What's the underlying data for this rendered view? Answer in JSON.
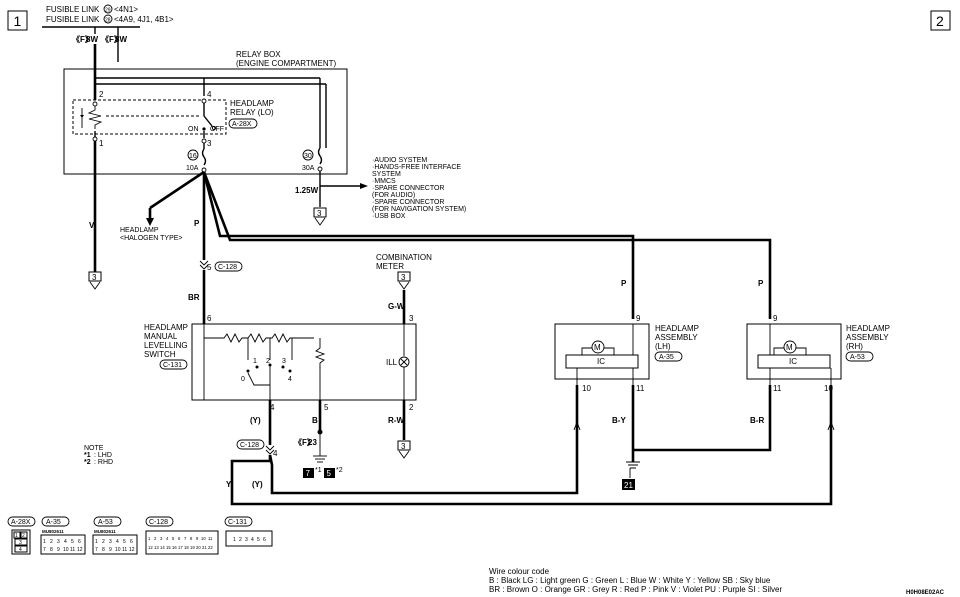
{
  "page": {
    "page_left": "1",
    "page_right": "2",
    "fusible_link_1": "FUSIBLE LINK",
    "fusible_link_1_num": "29",
    "fusible_link_1_models": "<4N1>",
    "fusible_link_2": "FUSIBLE LINK",
    "fusible_link_2_num": "28",
    "fusible_link_2_models": "<4A9, 4J1, 4B1>",
    "fuse_wire_left": "8W",
    "fuse_wire_right": "8W",
    "drawing_code": "H0H08E02AC"
  },
  "relay_box": {
    "title_line1": "RELAY BOX",
    "title_line2": "(ENGINE COMPARTMENT)",
    "relay_name_line1": "HEADLAMP",
    "relay_name_line2": "RELAY (LO)",
    "relay_connector": "A-28X",
    "pin_2": "2",
    "pin_4": "4",
    "pin_1": "1",
    "pin_3": "3",
    "on_label": "ON",
    "off_label": "OFF",
    "fuse_16": "16",
    "fuse_16_rating": "10A",
    "fuse_30": "30",
    "fuse_30_rating": "30A",
    "wire_125w": "1.25W"
  },
  "audio_list": {
    "items": [
      "·AUDIO SYSTEM",
      "·HANDS-FREE INTERFACE",
      " SYSTEM",
      "·MMCS",
      "·SPARE CONNECTOR",
      " (FOR AUDIO)",
      "·SPARE CONNECTOR",
      " (FOR NAVIGATION SYSTEM)",
      "·USB BOX"
    ]
  },
  "headlamp_halogen": {
    "line1": "HEADLAMP",
    "line2": "<HALOGEN TYPE>"
  },
  "wires": {
    "v": "V",
    "p_main": "P",
    "br": "BR",
    "gw": "G-W",
    "b": "B",
    "rw": "R-W",
    "y1": "(Y)",
    "y2": "Y",
    "y3": "(Y)",
    "by": "B-Y",
    "br2": "B-R",
    "p_lh": "P",
    "p_rh": "P"
  },
  "connectors": {
    "c128_top": "C-128",
    "c128_top_pin": "5",
    "c128_bottom": "C-128",
    "c128_bottom_pin": "4",
    "ref_3a": "3",
    "ref_3b": "3",
    "ref_3c": "3",
    "ref_3d": "3",
    "ground_23": "23",
    "ground_21": "21",
    "ground_7": "7",
    "ground_5": "5",
    "star1": "*1",
    "star2": "*2"
  },
  "combination_meter": {
    "line1": "COMBINATION",
    "line2": "METER"
  },
  "switch": {
    "line1": "HEADLAMP",
    "line2": "MANUAL",
    "line3": "LEVELLING",
    "line4": "SWITCH",
    "connector": "C-131",
    "pin_6": "6",
    "pin_3": "3",
    "pin_4": "4",
    "pin_5": "5",
    "pin_2": "2",
    "pos_0": "0",
    "pos_1": "1",
    "pos_2": "2",
    "pos_3": "3",
    "pos_4": "4",
    "ill": "ILL"
  },
  "headlamp_lh": {
    "line1": "HEADLAMP",
    "line2": "ASSEMBLY",
    "line3": "(LH)",
    "connector": "A-35",
    "ic": "IC",
    "motor": "M",
    "pin_9": "9",
    "pin_10": "10",
    "pin_11": "11"
  },
  "headlamp_rh": {
    "line1": "HEADLAMP",
    "line2": "ASSEMBLY",
    "line3": "(RH)",
    "connector": "A-53",
    "ic": "IC",
    "motor": "M",
    "pin_9": "9",
    "pin_10": "10",
    "pin_11": "11"
  },
  "note": {
    "title": "NOTE",
    "l1_mark": "*1",
    "l1_text": ": LHD",
    "l2_mark": "*2",
    "l2_text": ": RHD"
  },
  "connector_legend": {
    "a28x": "A-28X",
    "a35": "A-35",
    "a53": "A-53",
    "c128": "C-128",
    "c131": "C-131",
    "a35_code": "MU802611",
    "a53_code": "MU802611",
    "a28x_pins": [
      "1",
      "2",
      "3",
      "4"
    ],
    "a35_pins_top": [
      "1",
      "2",
      "3",
      "4",
      "5",
      "6"
    ],
    "a35_pins_bottom": [
      "7",
      "8",
      "9",
      "10",
      "11",
      "12"
    ],
    "a53_pins_top": [
      "1",
      "2",
      "3",
      "4",
      "5",
      "6"
    ],
    "a53_pins_bottom": [
      "7",
      "8",
      "9",
      "10",
      "11",
      "12"
    ],
    "c128_pins_top": [
      "1",
      "2",
      "3",
      "4",
      "5",
      "6",
      "7",
      "8",
      "9",
      "10",
      "11"
    ],
    "c128_pins_bottom": [
      "12",
      "13",
      "14",
      "15",
      "16",
      "17",
      "18",
      "19",
      "20",
      "21",
      "22"
    ],
    "c131_pins": [
      "1",
      "2",
      "3",
      "4",
      "5",
      "6"
    ]
  },
  "wire_colour": {
    "title": "Wire colour code",
    "row1": "B : Black    LG : Light green    G : Green    L : Blue    W : White    Y : Yellow    SB : Sky blue",
    "row2": "BR : Brown    O : Orange    GR : Grey    R : Red    P : Pink    V : Violet    PU : Purple    SI : Silver"
  }
}
